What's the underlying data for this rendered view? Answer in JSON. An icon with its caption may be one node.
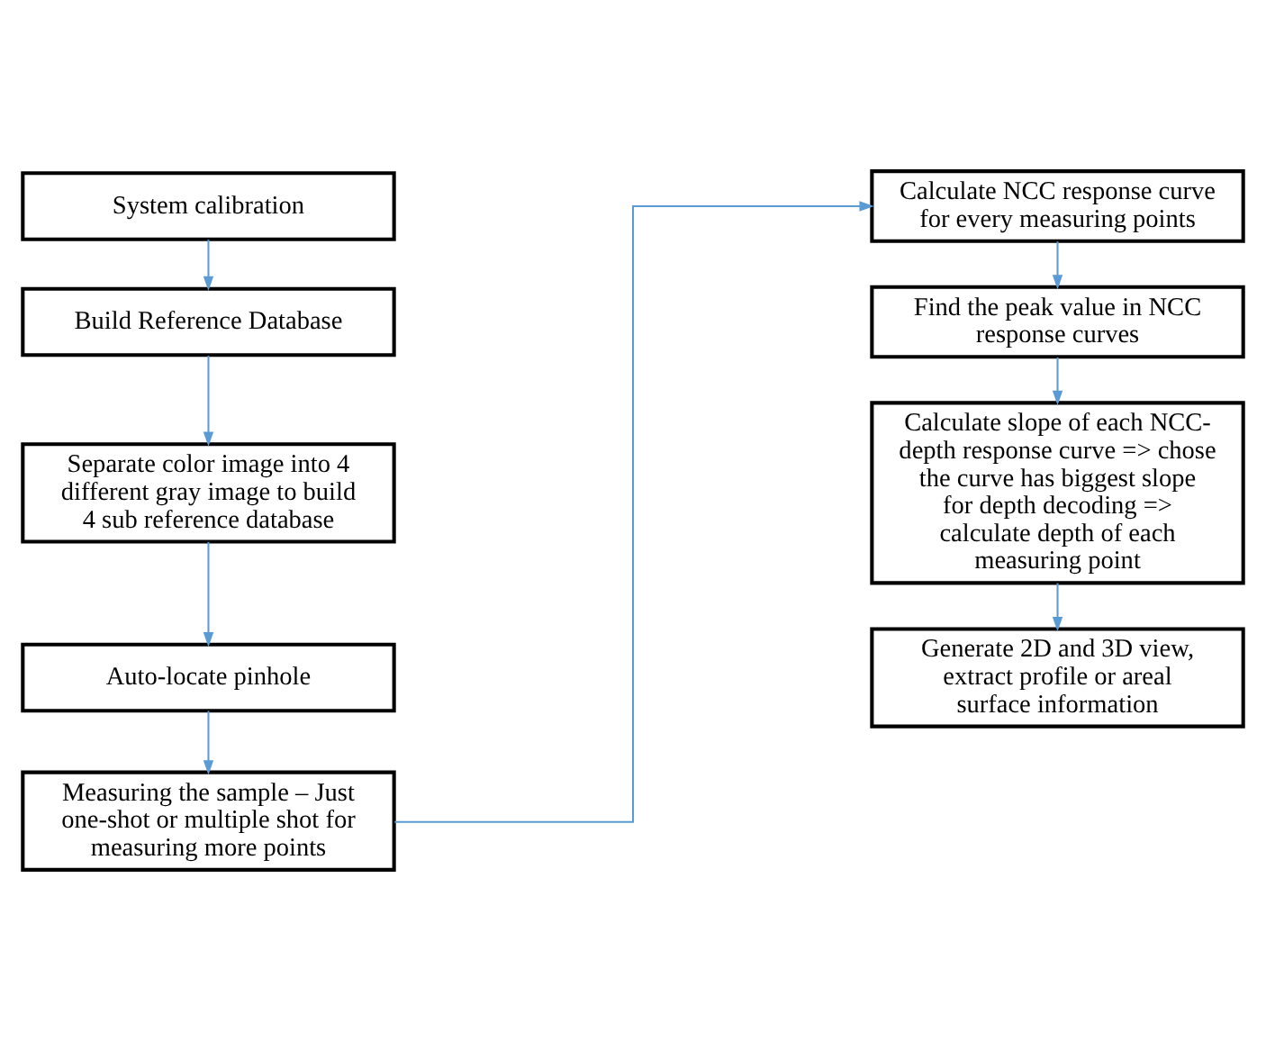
{
  "diagram": {
    "nodes": [
      {
        "text": [
          "System calibration"
        ]
      },
      {
        "text": [
          "Build Reference Database"
        ]
      },
      {
        "text": [
          "Separate color image into 4 different gray image to build 4 sub reference database"
        ]
      },
      {
        "text": [
          "Auto-locate pinhole"
        ]
      },
      {
        "text": [
          "Measuring the sample – Just one-shot or multiple shot for measuring more points"
        ]
      },
      {
        "text": [
          "Calculate NCC response curve for every measuring points"
        ]
      },
      {
        "text": [
          "Find the peak value in NCC response curves"
        ]
      },
      {
        "text": [
          "Calculate slope of each NCC-depth response curve => chose the curve has biggest slope for depth decoding => calculate depth of each measuring point"
        ]
      },
      {
        "text": [
          "Generate 2D and 3D view, extract profile or areal surface information"
        ]
      }
    ],
    "edges": [
      {
        "from": 0,
        "to": 1,
        "arrow": "to"
      },
      {
        "from": 1,
        "to": 2,
        "arrow": "to"
      },
      {
        "from": 2,
        "to": 3,
        "arrow": "to"
      },
      {
        "from": 3,
        "to": 4,
        "arrow": "to"
      },
      {
        "from": 4,
        "to": 5,
        "arrow": "to"
      },
      {
        "from": 5,
        "to": 6,
        "arrow": "to"
      },
      {
        "from": 6,
        "to": 7,
        "arrow": "to"
      },
      {
        "from": 7,
        "to": 8,
        "arrow": "to"
      }
    ]
  }
}
